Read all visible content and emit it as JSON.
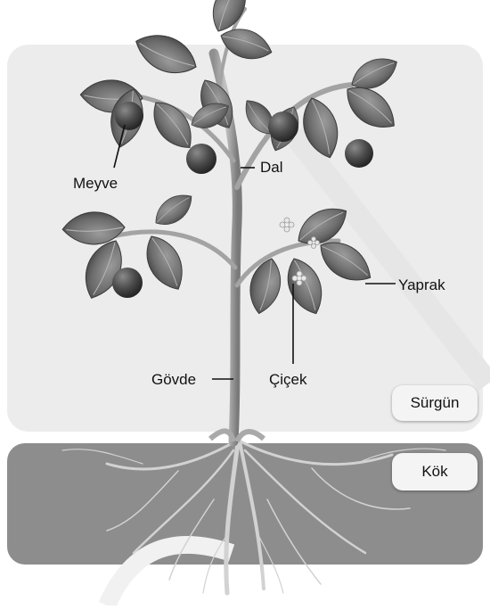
{
  "labels": {
    "fruit": "Meyve",
    "branch": "Dal",
    "leaf": "Yaprak",
    "stem": "Gövde",
    "flower": "Çiçek"
  },
  "regions": {
    "shoot": "Sürgün",
    "root": "Kök"
  },
  "colors": {
    "shoot_background": "#ececec",
    "root_background": "#8d8d8d",
    "leaf": "#6f6f6f",
    "fruit": "#555555",
    "stem": "#a6a6a6",
    "root": "#c9c9c9"
  }
}
